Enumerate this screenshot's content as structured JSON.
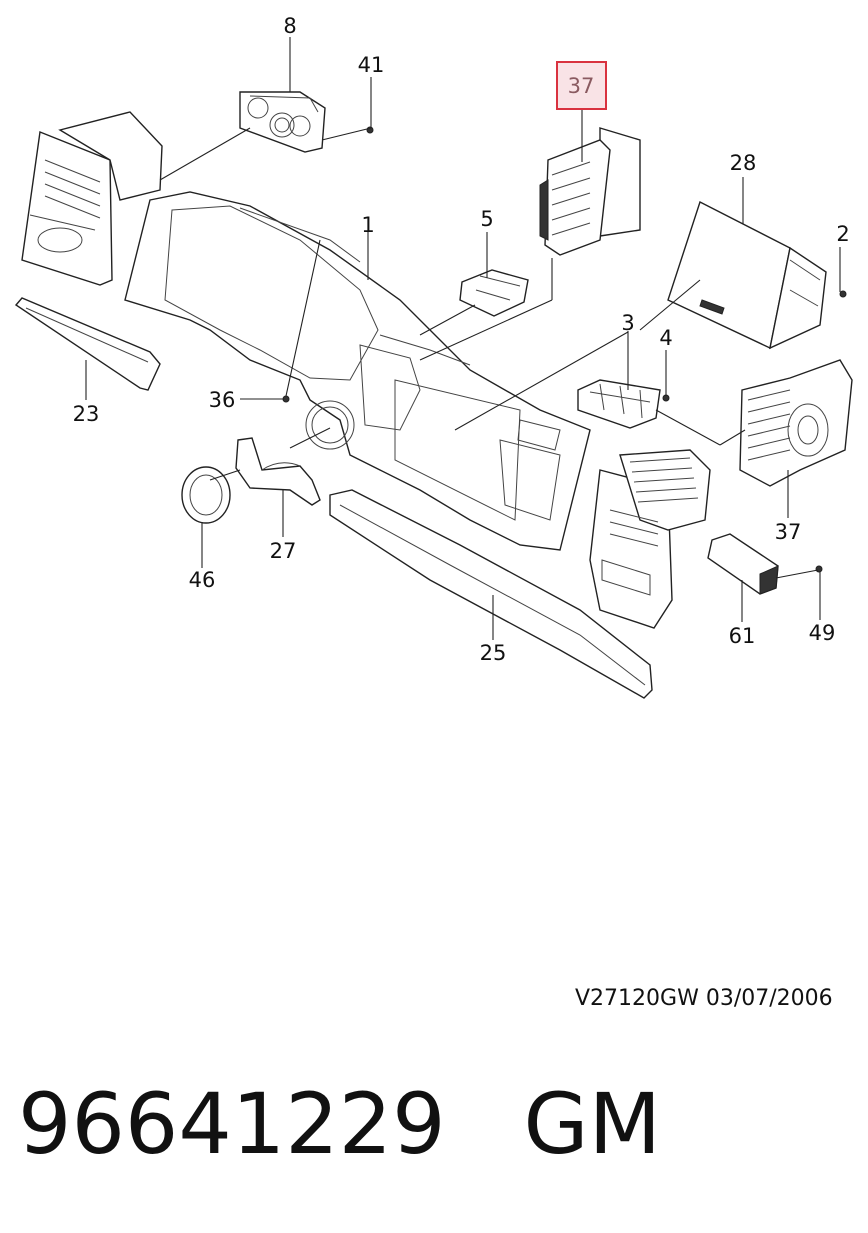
{
  "callouts": {
    "c8": "8",
    "c41": "41",
    "c37_top": "37",
    "c28": "28",
    "c1": "1",
    "c5": "5",
    "c2": "2",
    "c3": "3",
    "c4": "4",
    "c36": "36",
    "c23": "23",
    "c37_bottom": "37",
    "c27": "27",
    "c46": "46",
    "c25": "25",
    "c61": "61",
    "c49": "49"
  },
  "drawing_ref": "V27120GW  03/07/2006",
  "footer": {
    "part_number": "96641229",
    "brand": "GM"
  },
  "colors": {
    "highlight_fill": "#f9e3e6",
    "highlight_border": "#d9323f"
  }
}
